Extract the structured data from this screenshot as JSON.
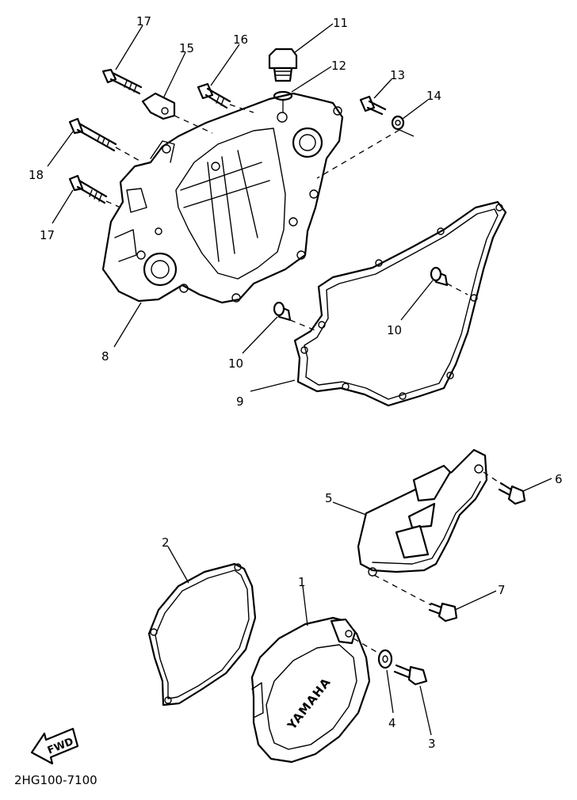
{
  "diagram_code": "2HG100-7100",
  "cover_brand_text": "YAMAHA",
  "fwd_label": "FWD",
  "part_labels": {
    "p1": "1",
    "p2": "2",
    "p3": "3",
    "p4": "4",
    "p5": "5",
    "p6": "6",
    "p7": "7",
    "p8": "8",
    "p9": "9",
    "p10a": "10",
    "p10b": "10",
    "p11": "11",
    "p12": "12",
    "p13": "13",
    "p14": "14",
    "p15": "15",
    "p16": "16",
    "p17a": "17",
    "p17b": "17",
    "p18": "18"
  }
}
